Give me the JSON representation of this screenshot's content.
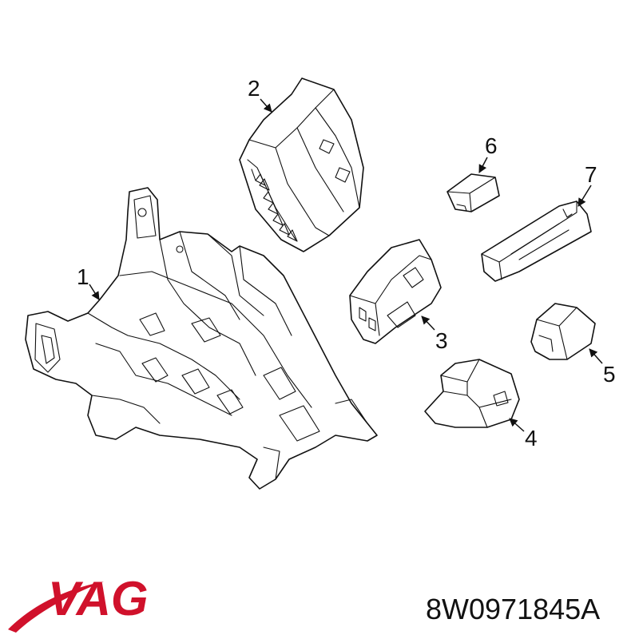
{
  "callouts": [
    "1",
    "2",
    "3",
    "4",
    "5",
    "6",
    "7"
  ],
  "brand": {
    "logo_text": "VAG",
    "logo_color": "#d0112b"
  },
  "part_number": "8W0971845A",
  "colors": {
    "line": "#111111",
    "background": "#ffffff"
  }
}
